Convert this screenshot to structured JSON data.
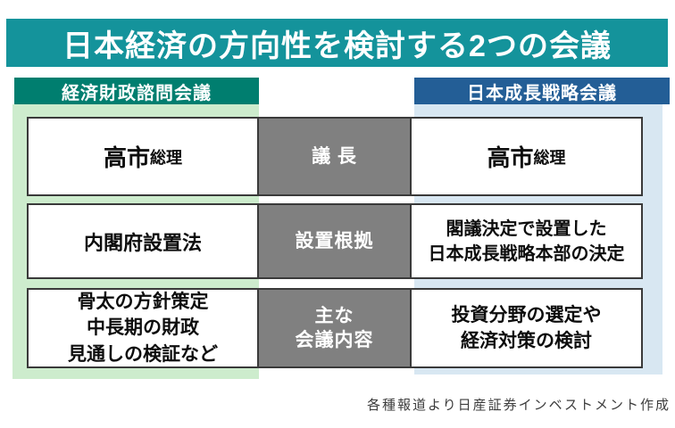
{
  "title": "日本経済の方向性を検討する2つの会議",
  "left_column": {
    "header": "経済財政諮問会議"
  },
  "right_column": {
    "header": "日本成長戦略会議"
  },
  "rows": [
    {
      "label": "議 長",
      "left": {
        "large": "高市",
        "small": "総理"
      },
      "right": {
        "large": "高市",
        "small": "総理"
      }
    },
    {
      "label": "設置根拠",
      "left": "内閣府設置法",
      "right": "閣議決定で設置した\n日本成長戦略本部の決定"
    },
    {
      "label": "主な\n会議内容",
      "left": "骨太の方針策定\n中長期の財政\n見通しの検証など",
      "right": "投資分野の選定や\n経済対策の検討"
    }
  ],
  "footer": "各種報道より日産証券インベストメント作成",
  "colors": {
    "title_bar": "#14939B",
    "left_header": "#007E6F",
    "right_header": "#235E96",
    "left_panel": "#CDECCD",
    "right_panel": "#D8E7F2",
    "label_cell": "#808080",
    "cell_border": "#3A3A3A"
  }
}
